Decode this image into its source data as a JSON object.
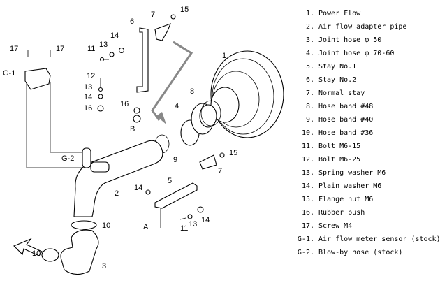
{
  "callouts": {
    "c1": "1",
    "c2": "2",
    "c3": "3",
    "c4": "4",
    "c5": "5",
    "c6": "6",
    "c7a": "7",
    "c7b": "7",
    "c8": "8",
    "c9": "9",
    "c10a": "10",
    "c10b": "10",
    "c11a": "11",
    "c11b": "11",
    "c12": "12",
    "c13a": "13",
    "c13b": "13",
    "c13c": "13",
    "c14a": "14",
    "c14b": "14",
    "c14c": "14",
    "c14d": "14",
    "c15a": "15",
    "c15b": "15",
    "c16a": "16",
    "c16b": "16",
    "c17a": "17",
    "c17b": "17",
    "g1": "G-1",
    "g2": "G-2",
    "A": "A",
    "B": "B"
  },
  "legend": [
    {
      "num": "1.",
      "text": "Power Flow"
    },
    {
      "num": "2.",
      "text": "Air flow adapter pipe"
    },
    {
      "num": "3.",
      "text": "Joint hose  φ 50"
    },
    {
      "num": "4.",
      "text": "Joint hose  φ 70-60"
    },
    {
      "num": "5.",
      "text": "Stay No.1"
    },
    {
      "num": "6.",
      "text": "Stay No.2"
    },
    {
      "num": "7.",
      "text": "Normal stay"
    },
    {
      "num": "8.",
      "text": "Hose band  #48"
    },
    {
      "num": "9.",
      "text": "Hose band  #40"
    },
    {
      "num": "10.",
      "text": "Hose band  #36"
    },
    {
      "num": "11.",
      "text": "Bolt  M6-15"
    },
    {
      "num": "12.",
      "text": "Bolt  M6-25"
    },
    {
      "num": "13.",
      "text": "Spring washer  M6"
    },
    {
      "num": "14.",
      "text": "Plain washer  M6"
    },
    {
      "num": "15.",
      "text": "Flange nut  M6"
    },
    {
      "num": "16.",
      "text": "Rubber bush"
    },
    {
      "num": "17.",
      "text": "Screw  M4"
    },
    {
      "num": "G-1.",
      "text": "Air flow meter sensor (stock)"
    },
    {
      "num": "G-2.",
      "text": "Blow-by hose (stock)"
    }
  ]
}
